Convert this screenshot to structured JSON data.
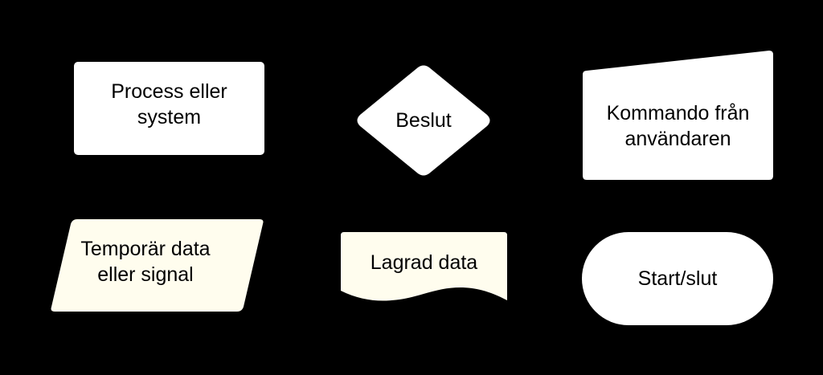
{
  "colors": {
    "background": "#000000",
    "white_fill": "#ffffff",
    "cream_fill": "#fffdee",
    "text": "#000000"
  },
  "shapes": [
    {
      "kind": "rectangle",
      "lines": [
        "Process eller",
        "system"
      ]
    },
    {
      "kind": "diamond",
      "lines": [
        "Beslut"
      ]
    },
    {
      "kind": "manual-input",
      "lines": [
        "Kommando från",
        "användaren"
      ]
    },
    {
      "kind": "parallelogram",
      "lines": [
        "Temporär data",
        "eller signal"
      ]
    },
    {
      "kind": "document",
      "lines": [
        "Lagrad data"
      ]
    },
    {
      "kind": "terminator",
      "lines": [
        "Start/slut"
      ]
    }
  ]
}
